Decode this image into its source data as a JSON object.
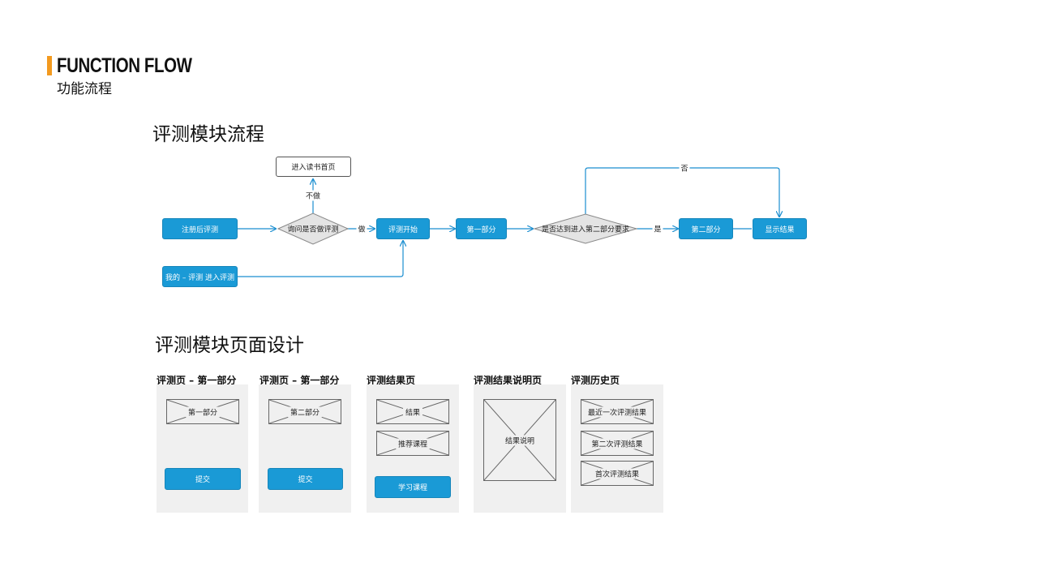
{
  "header": {
    "title_en": "FUNCTION FLOW",
    "title_cn": "功能流程"
  },
  "flow_section": {
    "title": "评测模块流程",
    "nodes": {
      "register": "注册后评测",
      "my_eval": "我的 – 评测 进入评测",
      "ask": "询问是否做评测",
      "enter_home": "进入读书首页",
      "start": "评测开始",
      "part1": "第一部分",
      "check": "是否达到进入第二部分要求",
      "part2": "第二部分",
      "show_result": "显示结果"
    },
    "edge_labels": {
      "no_do": "不做",
      "do": "做",
      "yes": "是",
      "no": "否"
    }
  },
  "design_section": {
    "title": "评测模块页面设计",
    "screens": [
      {
        "title": "评测页 – 第一部分",
        "placeholders": [
          "第一部分"
        ],
        "button": "提交"
      },
      {
        "title": "评测页 – 第一部分",
        "placeholders": [
          "第二部分"
        ],
        "button": "提交"
      },
      {
        "title": "评测结果页",
        "placeholders": [
          "结果",
          "推荐课程"
        ],
        "button": "学习课程"
      },
      {
        "title": "评测结果说明页",
        "placeholders": [
          "结果说明"
        ]
      },
      {
        "title": "评测历史页",
        "placeholders": [
          "最近一次评测结果",
          "第二次评测结果",
          "首次评测结果"
        ]
      }
    ]
  },
  "colors": {
    "accent": "#f39a1f",
    "primary": "#1a9ad6",
    "panel": "#f0f0f0"
  }
}
